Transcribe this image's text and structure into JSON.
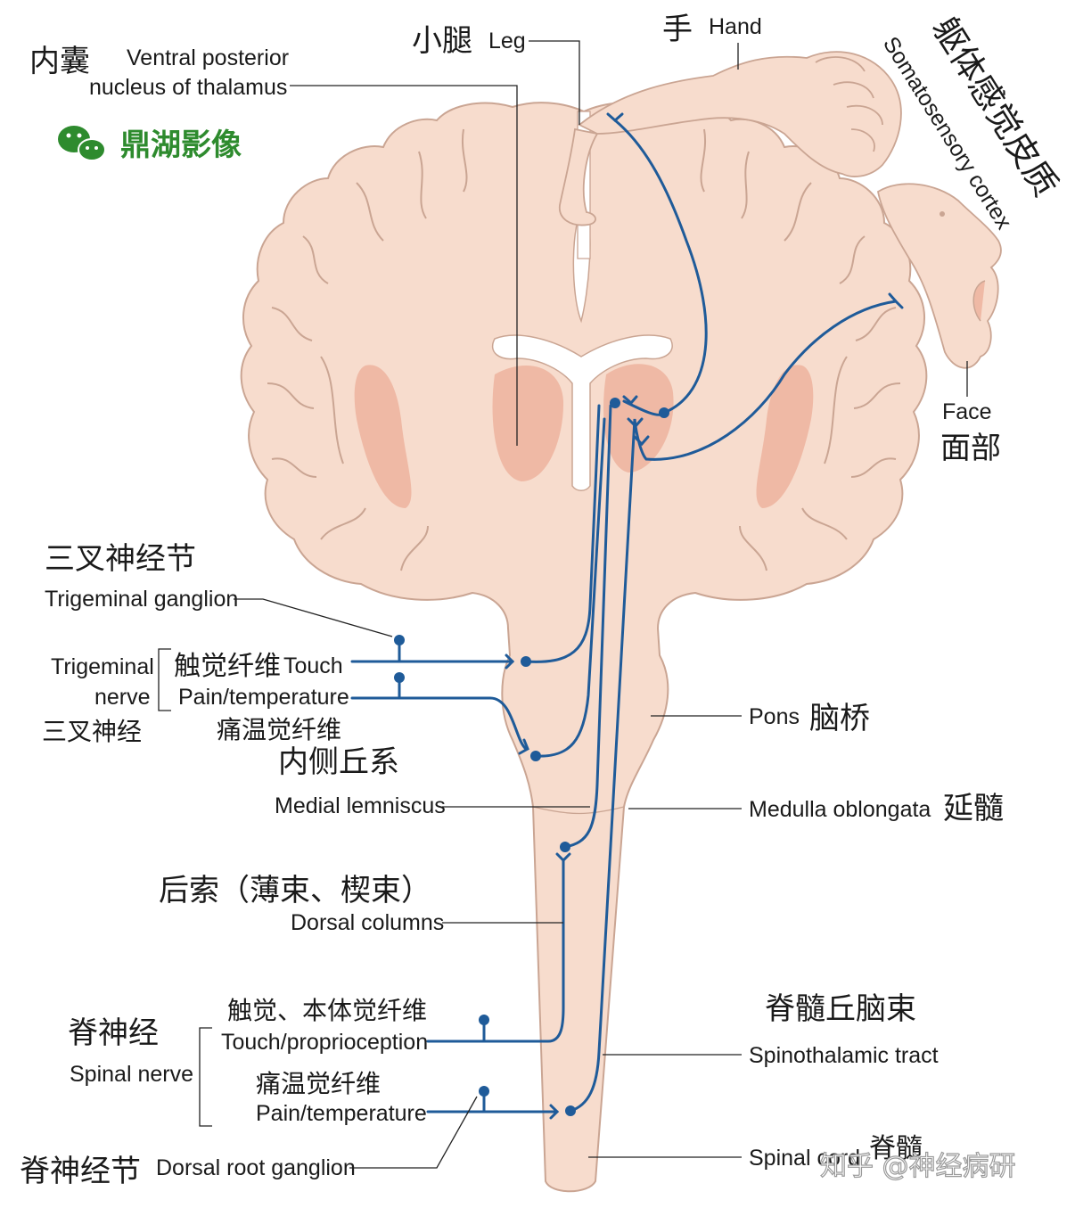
{
  "logo": {
    "name": "鼎湖影像",
    "icon": "wechat-icon"
  },
  "labels": {
    "internal_capsule_zh": "内囊",
    "vpl_en_1": "Ventral posterior",
    "vpl_en_2": "nucleus of thalamus",
    "leg_zh": "小腿",
    "leg_en": "Leg",
    "hand_zh": "手",
    "hand_en": "Hand",
    "cortex_zh": "躯体感觉皮质",
    "cortex_en": "Somatosensory cortex",
    "face_en": "Face",
    "face_zh": "面部",
    "trig_ganglion_zh": "三叉神经节",
    "trig_ganglion_en": "Trigeminal ganglion",
    "trig_nerve_en_1": "Trigeminal",
    "trig_nerve_en_2": "nerve",
    "trig_nerve_zh": "三叉神经",
    "touch_fiber_zh": "触觉纤维",
    "touch_en": "Touch",
    "pain_temp_en_1": "Pain/temperature",
    "pain_fiber_zh_1": "痛温觉纤维",
    "medial_lemniscus_zh": "内侧丘系",
    "medial_lemniscus_en": "Medial lemniscus",
    "pons_en": "Pons",
    "pons_zh": "脑桥",
    "medulla_en": "Medulla oblongata",
    "medulla_zh": "延髓",
    "dorsal_columns_zh": "后索（薄束、楔束）",
    "dorsal_columns_en": "Dorsal columns",
    "spinothalamic_zh": "脊髓丘脑束",
    "spinothalamic_en": "Spinothalamic tract",
    "spinal_nerve_zh": "脊神经",
    "spinal_nerve_en": "Spinal nerve",
    "touch_proprio_zh": "触觉、本体觉纤维",
    "touch_proprio_en": "Touch/proprioception",
    "pain_fiber_zh_2": "痛温觉纤维",
    "pain_temp_en_2": "Pain/temperature",
    "drg_zh": "脊神经节",
    "drg_en": "Dorsal root ganglion",
    "spinal_cord_en": "Spinal cord",
    "spinal_cord_zh": "脊髓"
  },
  "watermark": "知乎 @神经病研",
  "colors": {
    "brain": "#f7dccd",
    "brain_outline": "#caa593",
    "nucleus": "#efb9a5",
    "tract": "#1f5b99",
    "logo": "#2e8b2e"
  }
}
